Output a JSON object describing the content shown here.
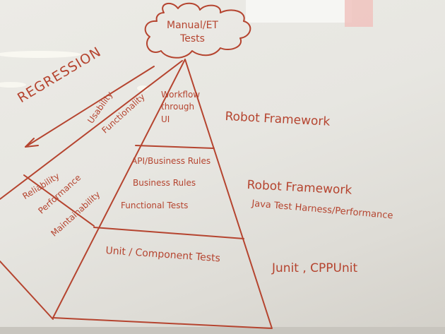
{
  "whiteboard": {
    "top_label": "Manual/ET\nTests",
    "regression_label": "REGRESSION",
    "quality_attributes": {
      "left_top": [
        "Usability",
        "Functionality"
      ],
      "left_bottom": [
        "Reliability",
        "Performance",
        "Maintainability"
      ]
    },
    "pyramid": {
      "ui_layer": "Workflow\nthrough\nUI",
      "api_layer": [
        "API/Business Rules",
        "Business Rules",
        "Functional Tests"
      ],
      "unit_layer": "Unit / Component Tests"
    },
    "tools": {
      "ui": "Robot Framework",
      "api": "Robot Framework",
      "api_extra": "Java Test Harness/Performance",
      "unit": "Junit , CPPUnit"
    }
  },
  "colors": {
    "ink": "#b5442f",
    "board": "#e8e7e2"
  }
}
